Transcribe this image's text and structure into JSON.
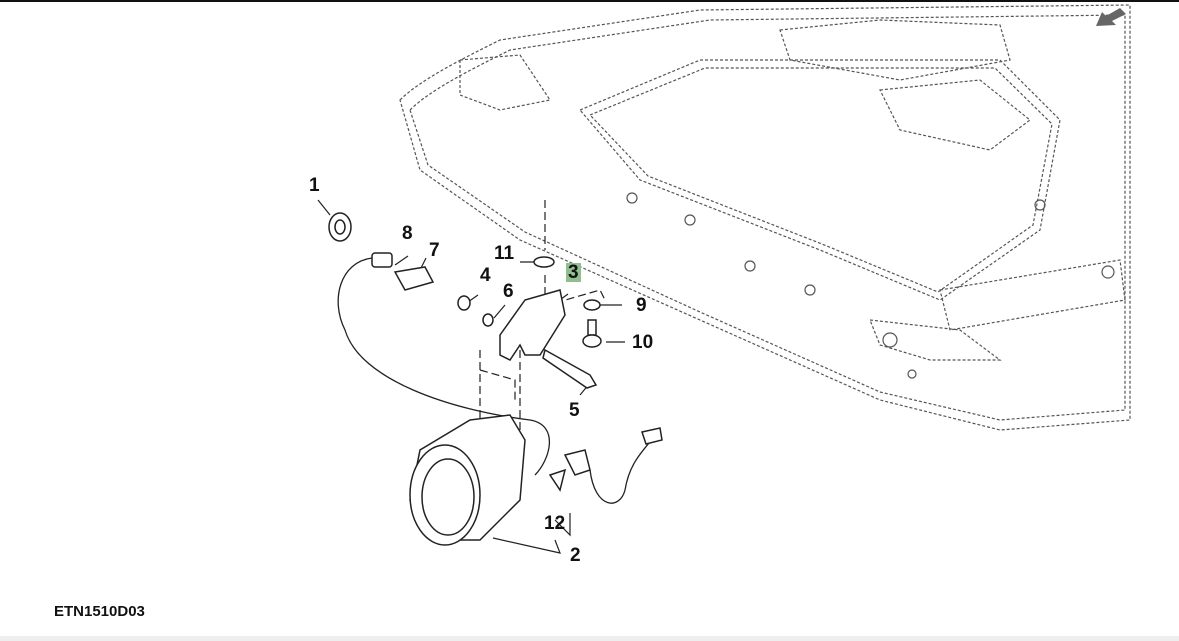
{
  "figure_id": "ETN1510D03",
  "highlight_color": "#8fbf8f",
  "callouts": {
    "c1": "1",
    "c2": "2",
    "c3": "3",
    "c4": "4",
    "c5": "5",
    "c6": "6",
    "c7": "7",
    "c8": "8",
    "c9": "9",
    "c10": "10",
    "c11": "11",
    "c12": "12"
  },
  "highlighted_callout": "3",
  "nav_icon": "arrow-back-icon"
}
